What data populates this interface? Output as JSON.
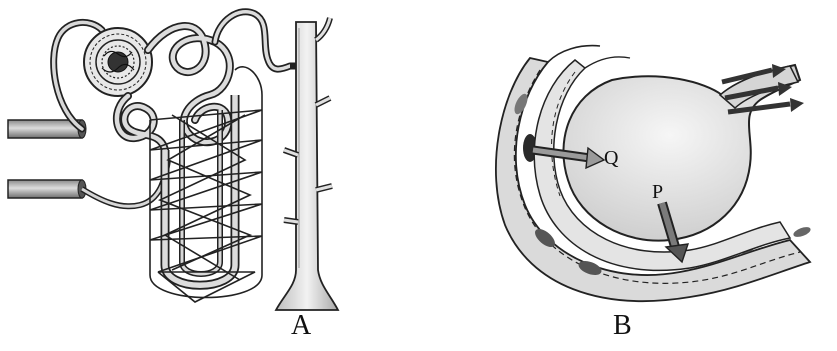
{
  "figure": {
    "panels": [
      {
        "id": "A",
        "caption": "A"
      },
      {
        "id": "B",
        "caption": "B"
      }
    ],
    "markers": {
      "q": "Q",
      "p": "P"
    },
    "colors": {
      "line": "#1a1a1a",
      "tube_fill": "#d0d0d0",
      "bulb_fill": "#ebebeb",
      "nucleus": "#3a3a3a"
    }
  }
}
